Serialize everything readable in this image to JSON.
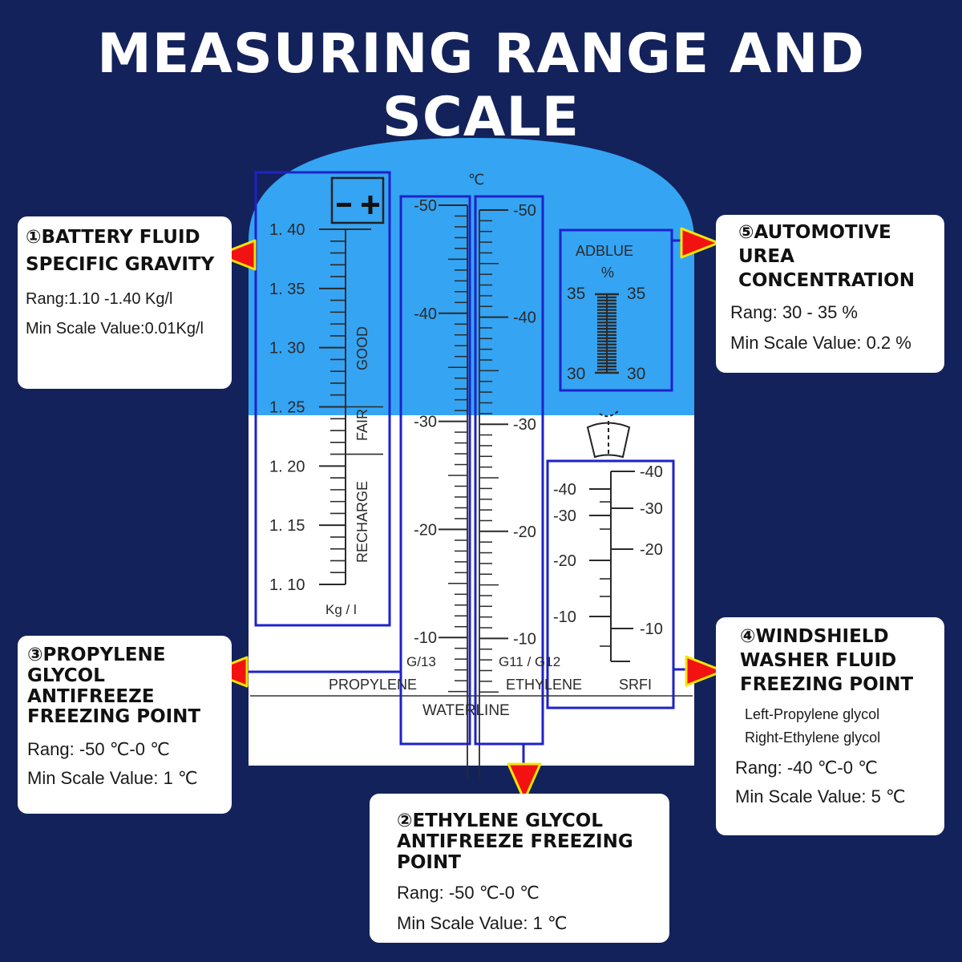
{
  "title": "MEASURING RANGE AND SCALE",
  "colors": {
    "background": "#13225a",
    "scale_top": "#35a4f3",
    "scale_bottom": "#ffffff",
    "frame": "#1e22c8",
    "arrow_fill": "#f21212",
    "arrow_edge": "#f5e600"
  },
  "cards": {
    "battery": {
      "heading_lines": [
        "①BATTERY FLUID",
        "SPECIFIC GRAVITY"
      ],
      "range": "Rang:1.10 -1.40 Kg/l",
      "min_scale": "Min Scale Value:0.01Kg/l"
    },
    "urea": {
      "heading_lines": [
        "⑤AUTOMOTIVE",
        "UREA",
        "CONCENTRATION"
      ],
      "range": "Rang: 30 - 35 %",
      "min_scale": "Min Scale Value: 0.2 %"
    },
    "propylene": {
      "heading_lines": [
        "③PROPYLENE",
        "GLYCOL",
        "ANTIFREEZE",
        "FREEZING POINT"
      ],
      "range": "Rang: -50 ℃-0 ℃",
      "min_scale": "Min Scale Value: 1 ℃"
    },
    "washer": {
      "heading_lines": [
        "④WINDSHIELD",
        "WASHER FLUID",
        "FREEZING POINT"
      ],
      "note_left": "Left-Propylene glycol",
      "note_right": "Right-Ethylene glycol",
      "range": "Rang: -40 ℃-0 ℃",
      "min_scale": "Min Scale Value: 5 ℃"
    },
    "ethylene": {
      "heading_lines": [
        "②ETHYLENE GLYCOL",
        "ANTIFREEZE FREEZING",
        "POINT"
      ],
      "range": "Rang: -50 ℃-0 ℃",
      "min_scale": "Min Scale Value: 1 ℃"
    }
  },
  "scale": {
    "degree_symbol": "℃",
    "battery": {
      "ticks": [
        "1. 40",
        "1. 35",
        "1. 30",
        "1. 25",
        "1. 20",
        "1. 15",
        "1. 10"
      ],
      "min": 1.1,
      "max": 1.4,
      "step": 0.01,
      "zones": [
        "GOOD",
        "FAIR",
        "RECHARGE"
      ],
      "unit": "Kg / l",
      "icon": "battery-minus-plus-icon"
    },
    "propylene": {
      "ticks": [
        "-50",
        "-40",
        "-30",
        "-20",
        "-10"
      ],
      "tick_values": [
        -50,
        -40,
        -30,
        -20,
        -10
      ],
      "min": -50,
      "max": 0,
      "step": 1,
      "grade": "G/13",
      "label": "PROPYLENE"
    },
    "ethylene": {
      "ticks": [
        "-50",
        "-40",
        "-30",
        "-20",
        "-10"
      ],
      "tick_values": [
        -50,
        -40,
        -30,
        -20,
        -10
      ],
      "min": -50,
      "max": 0,
      "step": 1,
      "grade": "G11 / G12",
      "label": "ETHYLENE"
    },
    "waterline": "WATERLINE",
    "adblue": {
      "title": "ADBLUE",
      "unit": "%",
      "left_top": "35",
      "right_top": "35",
      "left_bottom": "30",
      "right_bottom": "30",
      "min": 30,
      "max": 35,
      "step": 0.2
    },
    "srfi": {
      "left_ticks": [
        "-40",
        "-30",
        "-20",
        "-10"
      ],
      "left_values": [
        -40,
        -30,
        -20,
        -10
      ],
      "right_ticks": [
        "-40",
        "-30",
        "-20",
        "-10"
      ],
      "right_values": [
        -40,
        -30,
        -20,
        -10
      ],
      "label": "SRFI",
      "icon": "windshield-wiper-icon"
    }
  }
}
